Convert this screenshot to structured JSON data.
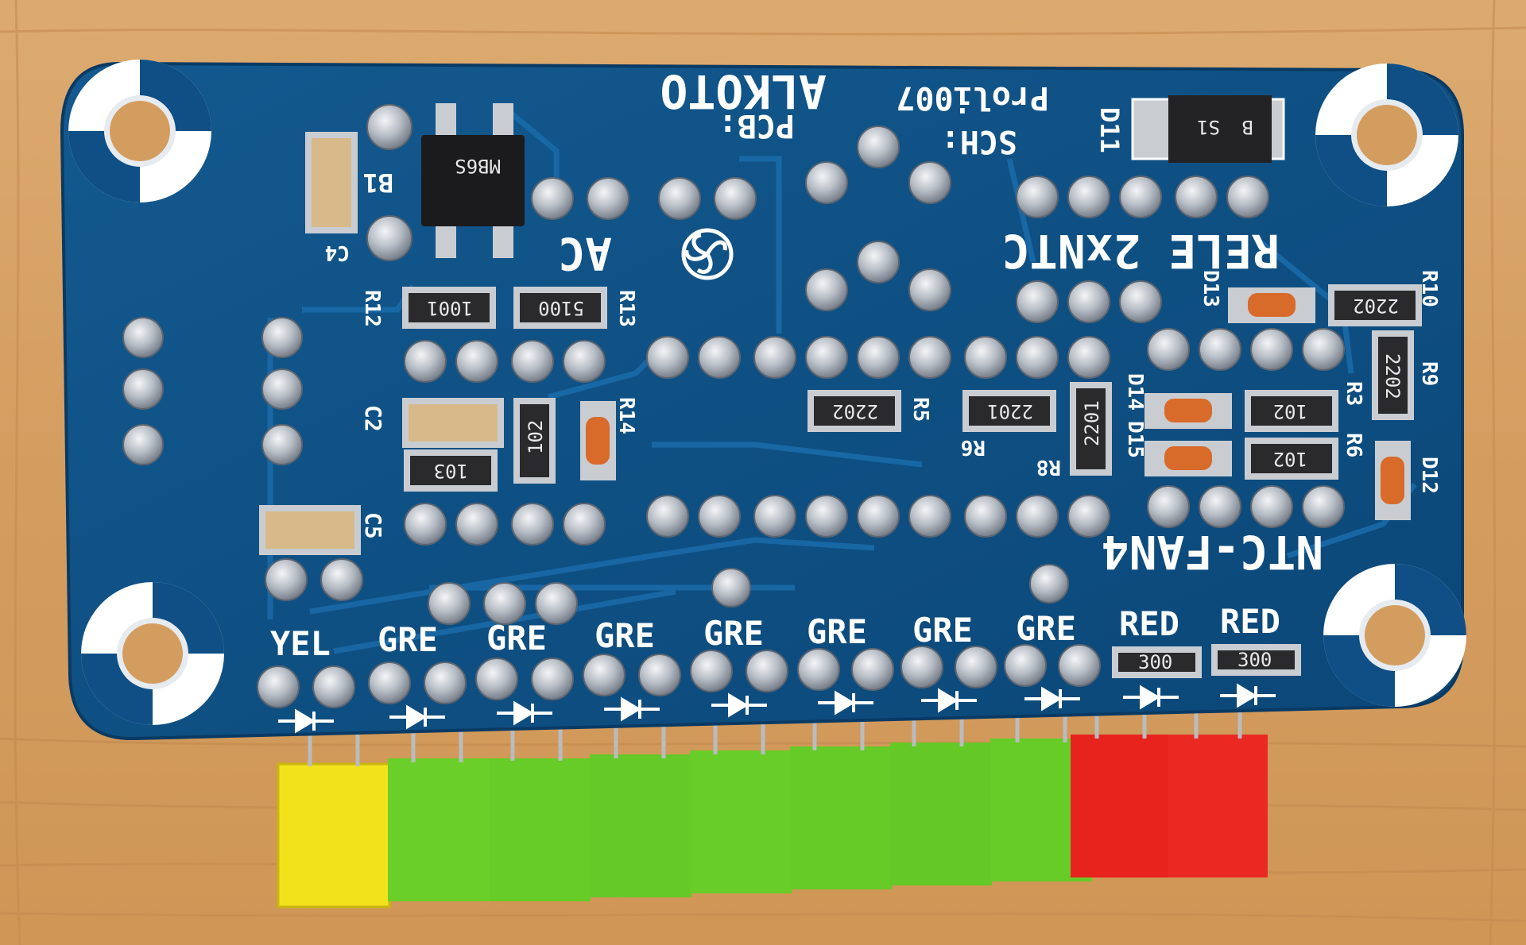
{
  "board": {
    "name": "NTC-FAN4",
    "credits": {
      "pcb": "PCB:",
      "pcb_author": "ALKOTO",
      "sch": "SCH:",
      "sch_author": "Proli007"
    },
    "connector_labels": {
      "ac": "AC",
      "relay_ntc": "RELE 2xNTC"
    },
    "designators": [
      "B1",
      "C4",
      "C2",
      "C5",
      "R12",
      "R13",
      "R14",
      "R5",
      "R6",
      "R8",
      "R9",
      "R10",
      "R3",
      "R6",
      "D11",
      "D12",
      "D13",
      "D14",
      "D15"
    ],
    "resistor_markings": [
      "1001",
      "5100",
      "103",
      "102",
      "2202",
      "2201",
      "2201",
      "2202",
      "102",
      "102",
      "2202",
      "2202",
      "300",
      "300"
    ],
    "diode_marking": [
      "S1",
      "B"
    ],
    "bridge_marking": "MB6S",
    "led_labels": [
      "YEL",
      "GRE",
      "GRE",
      "GRE",
      "GRE",
      "GRE",
      "GRE",
      "GRE",
      "RED",
      "RED"
    ]
  },
  "colors": {
    "wood": "#d9a56b",
    "pcb": "#0f4f86",
    "silkscreen": "#ffffff",
    "solder": "#c9cdd2",
    "led_yellow": "#f2e21c",
    "led_green": "#6bcf2a",
    "led_red": "#e8231d"
  },
  "icons": [
    "fan-icon",
    "mounting-hole-icon",
    "diode-symbol-icon"
  ]
}
